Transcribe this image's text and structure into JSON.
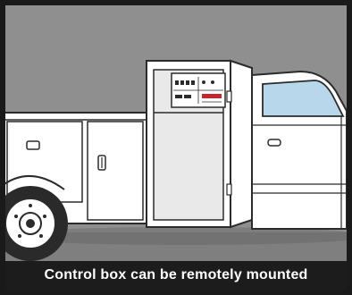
{
  "caption": "Control box can be remotely mounted",
  "colors": {
    "border": "#1a1a1a",
    "background_wall": "#8f8f8f",
    "truck_body": "#ffffff",
    "outline": "#2b2b2b",
    "caption_bar": "#1c1c1c",
    "caption_text": "#ffffff",
    "window_tint": "#b9d7ea",
    "ground": "#6a6a6a",
    "panel_red": "#c8242c"
  },
  "icons": [
    "truck-illustration",
    "control-box-panel",
    "wheel-icon",
    "door-handle-icon"
  ]
}
